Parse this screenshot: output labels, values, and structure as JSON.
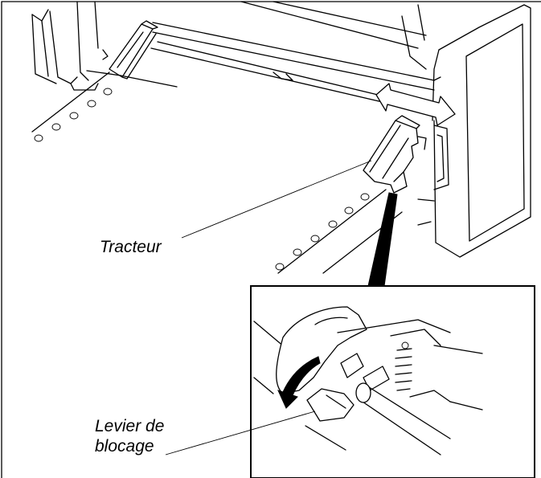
{
  "labels": {
    "tractor": "Tracteur",
    "lock_lever_line1": "Levier de",
    "lock_lever_line2": "blocage"
  },
  "colors": {
    "ink": "#000000",
    "background": "#ffffff"
  },
  "icons": {
    "movement_arrow": "double-headed-arrow",
    "rotation_arrow": "curved-arrow"
  }
}
